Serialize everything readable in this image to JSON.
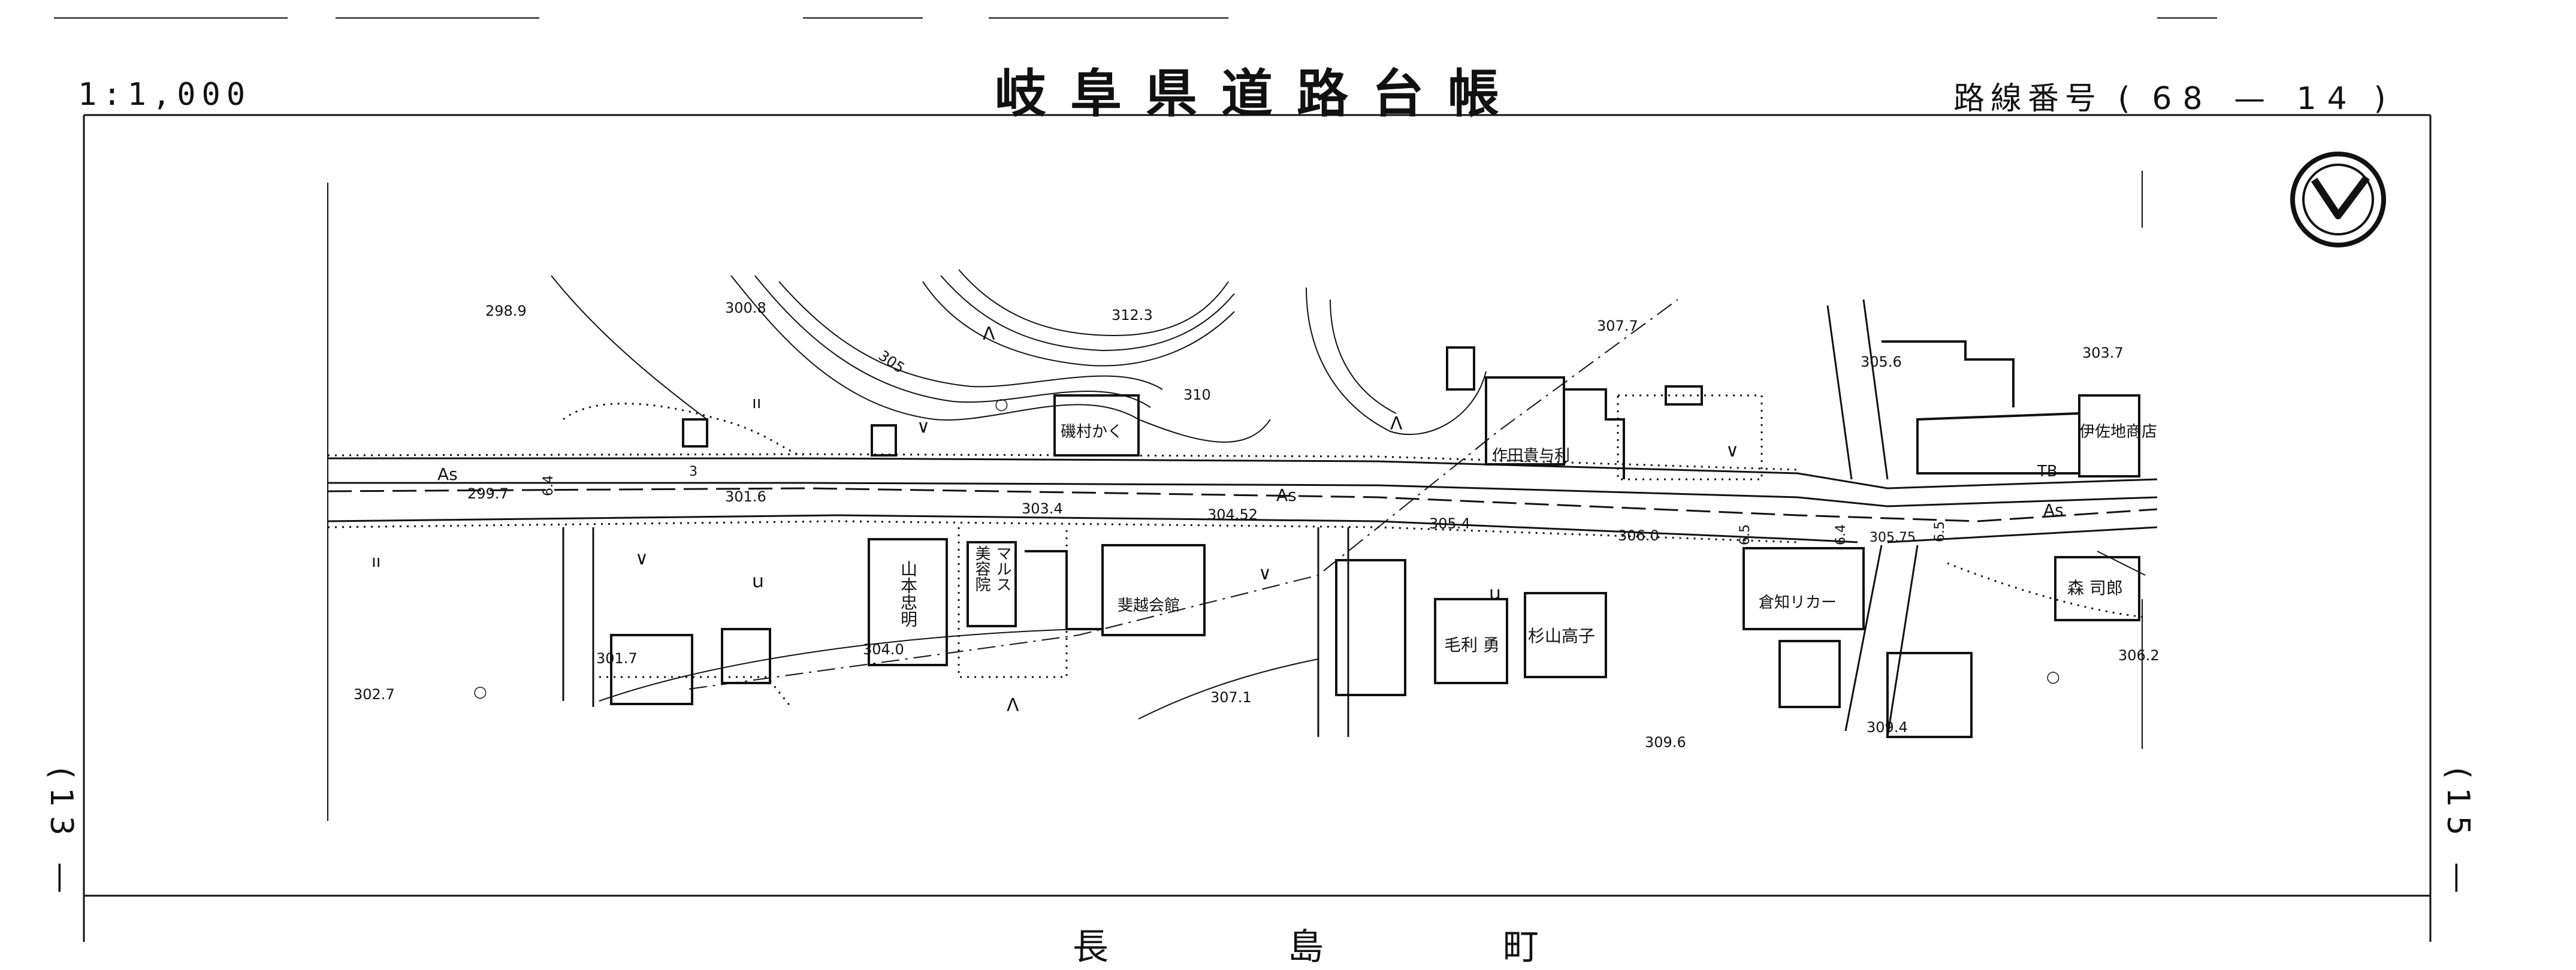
{
  "header": {
    "scale": "1:1,000",
    "title": "岐阜県道路台帳",
    "route_label": "路線番号",
    "route_open": "(",
    "route_number": "68 — 14",
    "route_close": ")"
  },
  "side": {
    "left_sheet": "(13 —",
    "right_sheet": "(15 —"
  },
  "footer": {
    "town": "長 島 町"
  },
  "map": {
    "elevations": [
      "298.9",
      "300.8",
      "312.3",
      "307.7",
      "305.6",
      "303.7",
      "310",
      "305",
      "299.7",
      "301.6",
      "303.4",
      "304.52",
      "305.4",
      "306.0",
      "305.75",
      "301.7",
      "304.0",
      "302.7",
      "307.1",
      "309.6",
      "309.4",
      "306.2"
    ],
    "road_labels": [
      "As",
      "As",
      "As"
    ],
    "widths": [
      "6.4",
      "3",
      "6.5",
      "6.4",
      "6.5"
    ],
    "buildings": [
      "磯村かく",
      "作田貴与利",
      "伊佐地商店",
      "TB",
      "山本忠明",
      "美容院",
      "マルス",
      "斐越会館",
      "毛利 勇",
      "杉山高子",
      "倉知リカー",
      "森 司郎"
    ],
    "symbols": {
      "tree": "ᐱ",
      "field": "∨",
      "orchard": "○",
      "rice": "ıı",
      "wasteland": "ｕ"
    }
  }
}
